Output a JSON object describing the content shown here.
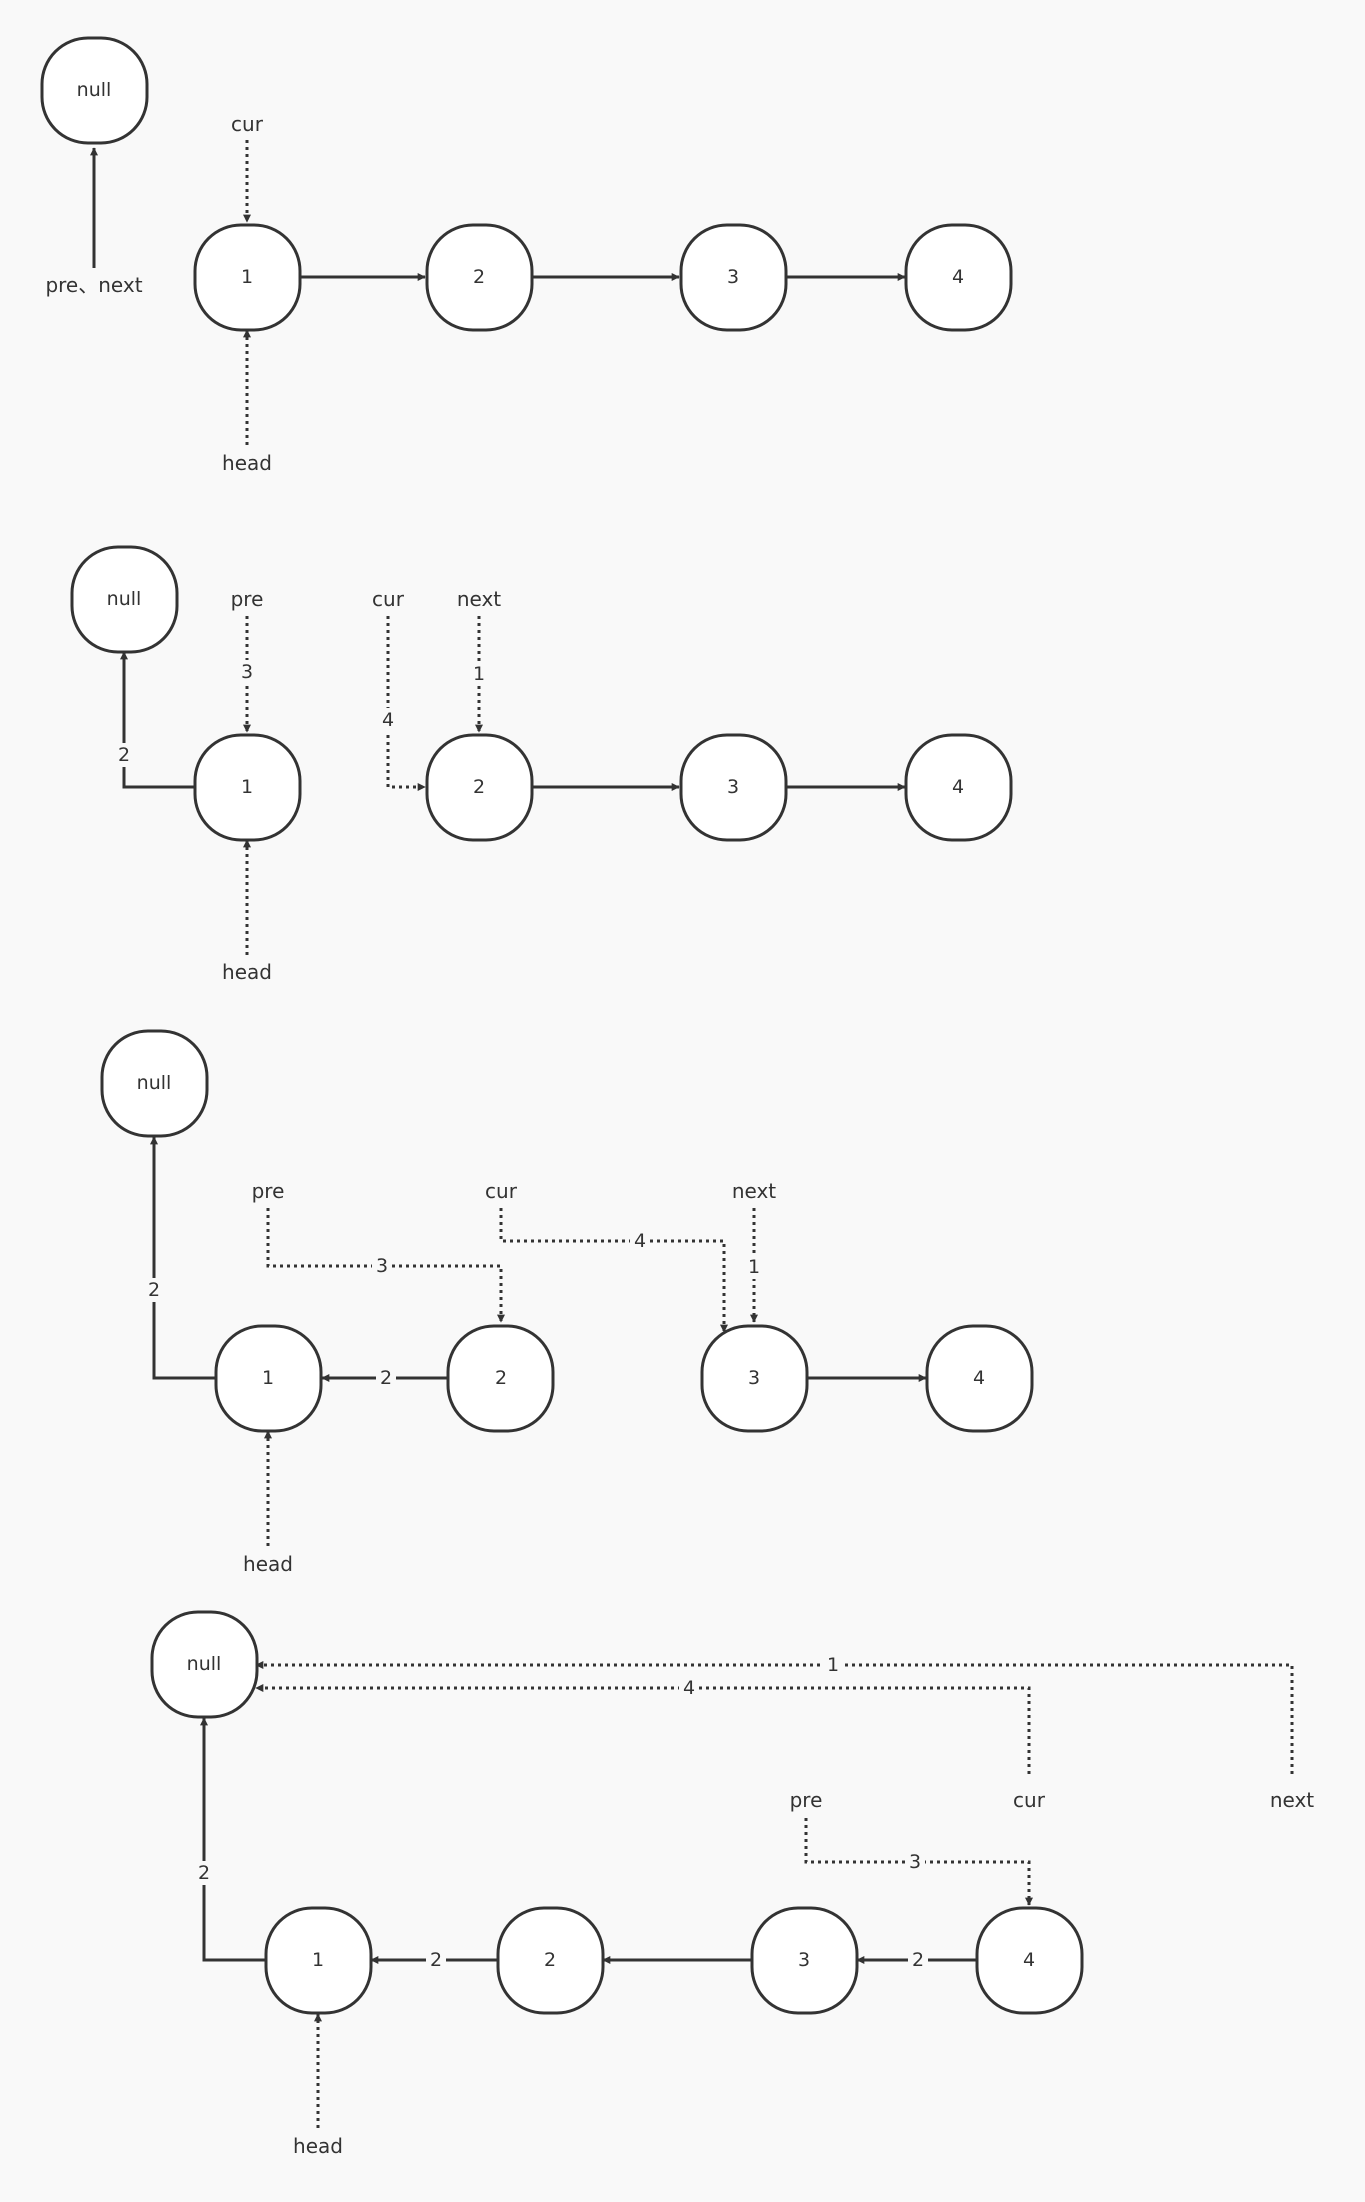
{
  "colors": {
    "background": "#f9f9f9",
    "stroke": "#333333",
    "node_fill": "#ffffff"
  },
  "steps": [
    {
      "nodes": [
        "null",
        "1",
        "2",
        "3",
        "4"
      ],
      "pointers": [
        "cur",
        "pre、next",
        "head"
      ],
      "edge_labels": []
    },
    {
      "nodes": [
        "null",
        "1",
        "2",
        "3",
        "4"
      ],
      "pointers": [
        "pre",
        "cur",
        "next",
        "head"
      ],
      "edge_labels": [
        "2",
        "3",
        "4",
        "1"
      ]
    },
    {
      "nodes": [
        "null",
        "1",
        "2",
        "3",
        "4"
      ],
      "pointers": [
        "pre",
        "cur",
        "next",
        "head"
      ],
      "edge_labels": [
        "2",
        "2",
        "3",
        "4",
        "1"
      ]
    },
    {
      "nodes": [
        "null",
        "1",
        "2",
        "3",
        "4"
      ],
      "pointers": [
        "pre",
        "cur",
        "next",
        "head"
      ],
      "edge_labels": [
        "1",
        "4",
        "2",
        "3",
        "2",
        "2"
      ]
    }
  ]
}
